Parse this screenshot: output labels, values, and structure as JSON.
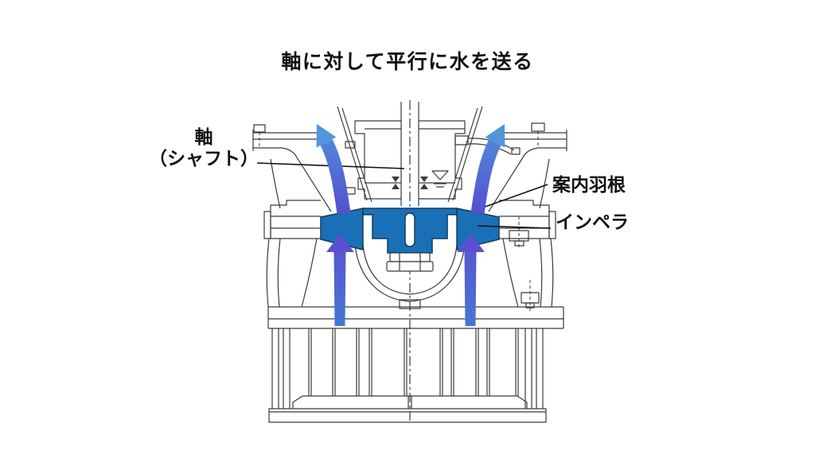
{
  "title": "軸に対して平行に水を送る",
  "labels": {
    "shaft_line1": "軸",
    "shaft_line2": "（シャフト）",
    "guide_vane": "案内羽根",
    "impeller": "インペラ"
  },
  "colors": {
    "impeller_fill": "#1a70b6",
    "flow_up_start": "#4577d2",
    "flow_up_end": "#5d50d0",
    "flow_out_start": "#564fd0",
    "flow_out_end": "#4f96da"
  }
}
